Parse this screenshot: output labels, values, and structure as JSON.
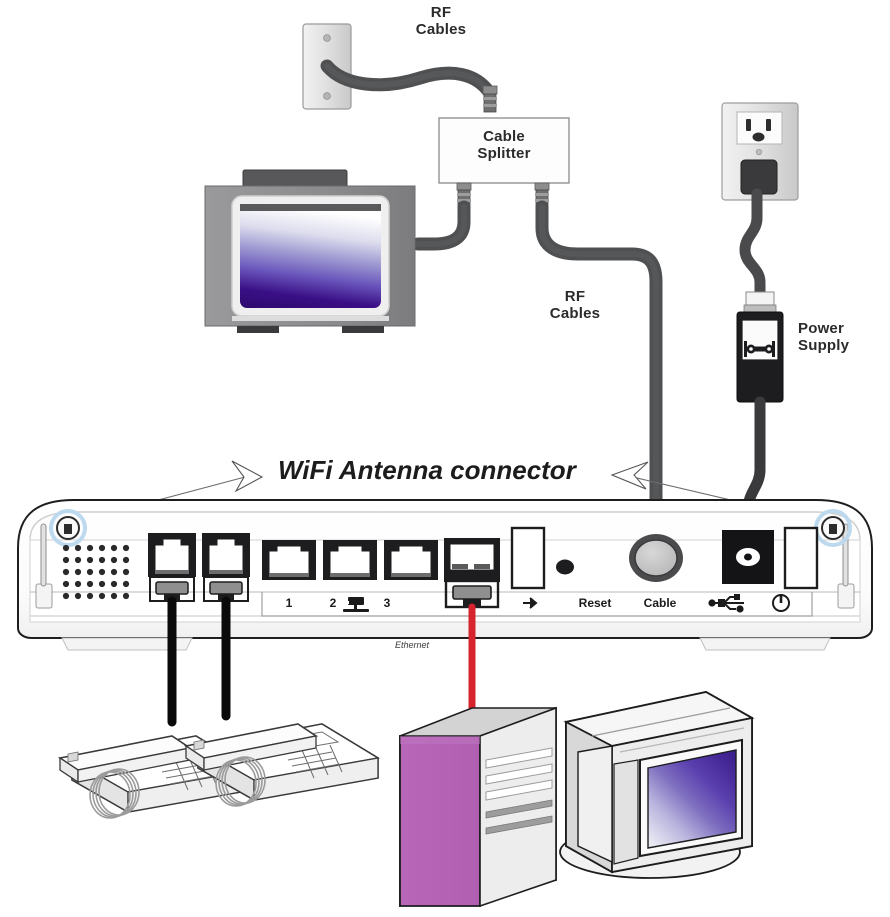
{
  "diagram": {
    "title": "Cable modem router rear-panel connection diagram",
    "background_color": "#ffffff"
  },
  "labels": {
    "rf_cables_top": "RF\nCables",
    "rf_cables_mid": "RF\nCables",
    "cable_splitter": "Cable\nSplitter",
    "power_supply": "Power\nSupply",
    "wifi_antenna_connector": "WiFi Antenna connector",
    "ethernet": "Ethernet"
  },
  "rear_panel": {
    "port_labels": [
      {
        "name": "phone-line-1",
        "text": "1"
      },
      {
        "name": "phone-line-2",
        "text": "2"
      },
      {
        "name": "ethernet-network-icon",
        "text": ""
      },
      {
        "name": "phone-line-3",
        "text": "3"
      },
      {
        "name": "usb-device-icon",
        "text": ""
      },
      {
        "name": "reset-button",
        "text": "Reset"
      },
      {
        "name": "cable-coax-port",
        "text": "Cable"
      },
      {
        "name": "usb-port-icon",
        "text": ""
      },
      {
        "name": "power-button-icon",
        "text": ""
      }
    ]
  },
  "devices": [
    {
      "name": "coax-wall-outlet",
      "label": ""
    },
    {
      "name": "cable-splitter",
      "label": "Cable Splitter"
    },
    {
      "name": "television",
      "label": ""
    },
    {
      "name": "ac-wall-outlet",
      "label": ""
    },
    {
      "name": "power-supply-brick",
      "label": "Power Supply"
    },
    {
      "name": "cable-modem-router",
      "label": ""
    },
    {
      "name": "telephone-left",
      "label": ""
    },
    {
      "name": "telephone-right",
      "label": ""
    },
    {
      "name": "desktop-computer-tower",
      "label": ""
    },
    {
      "name": "crt-monitor",
      "label": ""
    }
  ],
  "colors": {
    "coax_cable": "#4f5052",
    "phone_cable": "#0a0a0a",
    "ethernet_cable": "#d6232c",
    "pc_tower": "#b866b8",
    "device_body": "#fdfdfd",
    "outline": "#1a1a1a",
    "antenna_highlight": "#bcd9ee",
    "tv_body": "#8e8e90",
    "screen_purple": "#4b1a9c"
  }
}
